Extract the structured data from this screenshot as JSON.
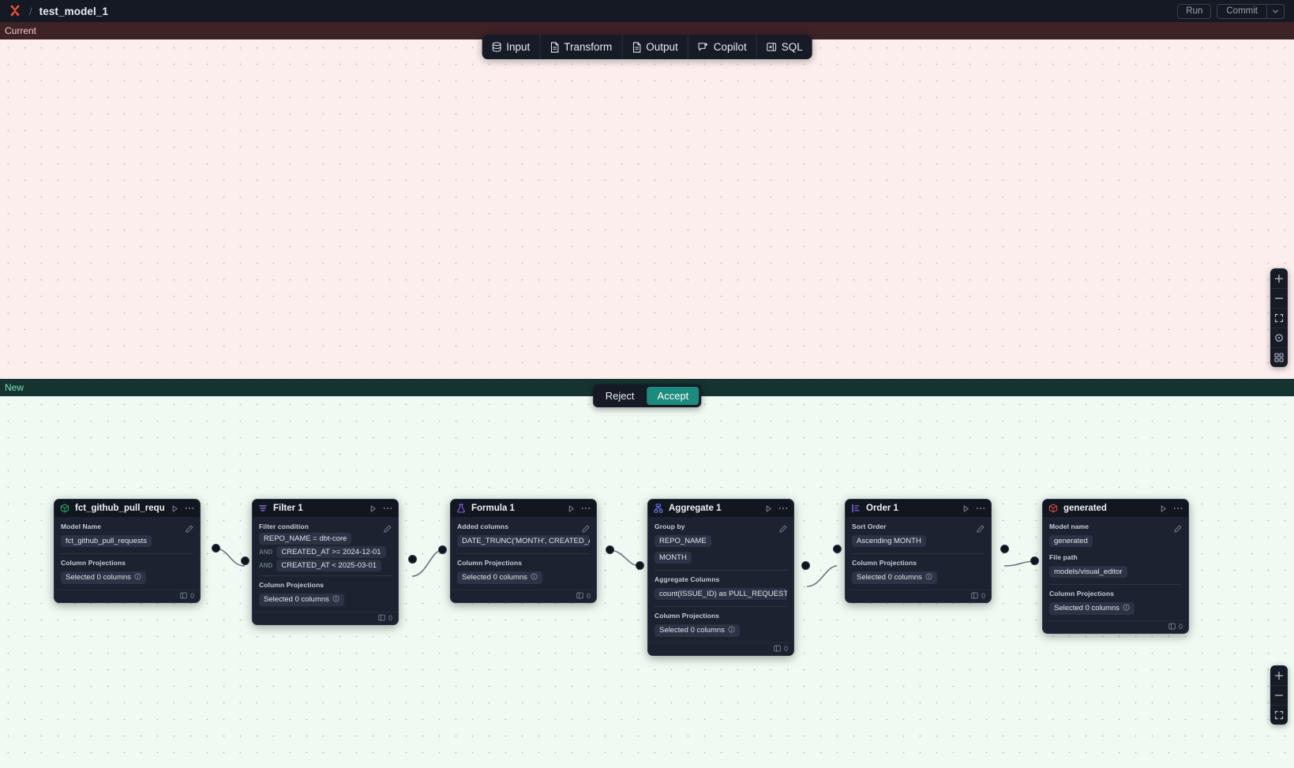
{
  "topbar": {
    "logo_icon": "x-logo-icon",
    "separator": "/",
    "title": "test_model_1",
    "run_label": "Run",
    "commit_label": "Commit",
    "commit_caret_icon": "chevron-down-icon"
  },
  "toolbar": {
    "items": [
      {
        "label": "Input",
        "icon": "database-icon"
      },
      {
        "label": "Transform",
        "icon": "file-transform-icon"
      },
      {
        "label": "Output",
        "icon": "file-output-icon"
      },
      {
        "label": "Copilot",
        "icon": "copilot-sparkle-icon"
      },
      {
        "label": "SQL",
        "icon": "sql-panel-icon"
      }
    ]
  },
  "panes": {
    "current_label": "Current",
    "new_label": "New"
  },
  "decision": {
    "reject_label": "Reject",
    "accept_label": "Accept",
    "accept_color": "#1c8a7c"
  },
  "labels": {
    "model_name": "Model Name",
    "model_name_lower": "Model name",
    "column_projections": "Column Projections",
    "filter_condition": "Filter condition",
    "added_columns": "Added columns",
    "group_by": "Group by",
    "aggregate_columns": "Aggregate Columns",
    "sort_order": "Sort Order",
    "file_path": "File path",
    "and": "AND",
    "selected_columns": "Selected 0 columns",
    "row_count": "0"
  },
  "nodes": [
    {
      "id": "source",
      "title": "fct_github_pull_requests",
      "icon": "cube-green-icon",
      "icon_color": "#2fae6e",
      "model_name_value": "fct_github_pull_requests",
      "projection_value": "Selected 0 columns",
      "count": "0"
    },
    {
      "id": "filter",
      "title": "Filter 1",
      "icon": "filter-icon",
      "icon_color": "#8b6ef0",
      "conditions": [
        {
          "and": "",
          "text": "REPO_NAME = dbt-core"
        },
        {
          "and": "AND",
          "text": "CREATED_AT >= 2024-12-01"
        },
        {
          "and": "AND",
          "text": "CREATED_AT < 2025-03-01"
        }
      ],
      "projection_value": "Selected 0 columns",
      "count": "0"
    },
    {
      "id": "formula",
      "title": "Formula 1",
      "icon": "flask-icon",
      "icon_color": "#8b6ef0",
      "added_columns_value": "DATE_TRUNC('MONTH', CREATED_AT…",
      "projection_value": "Selected 0 columns",
      "count": "0"
    },
    {
      "id": "aggregate",
      "title": "Aggregate 1",
      "icon": "aggregate-icon",
      "icon_color": "#6c7df5",
      "group_by_values": [
        "REPO_NAME",
        "MONTH"
      ],
      "aggregate_value": "count(ISSUE_ID) as PULL_REQUEST_…",
      "projection_value": "Selected 0 columns",
      "count": "0"
    },
    {
      "id": "order",
      "title": "Order 1",
      "icon": "sort-icon",
      "icon_color": "#8b6ef0",
      "sort_value": "Ascending MONTH",
      "projection_value": "Selected 0 columns",
      "count": "0"
    },
    {
      "id": "generated",
      "title": "generated",
      "icon": "cube-red-icon",
      "icon_color": "#e0504b",
      "model_name_value": "generated",
      "file_path_value": "models/visual_editor",
      "projection_value": "Selected 0 columns",
      "count": "0"
    }
  ],
  "zoom_controls_top": [
    {
      "icon": "zoom-in-icon"
    },
    {
      "icon": "zoom-out-icon"
    },
    {
      "icon": "fit-view-icon"
    },
    {
      "icon": "recenter-icon"
    },
    {
      "icon": "minimap-icon"
    }
  ],
  "zoom_controls_bottom": [
    {
      "icon": "zoom-in-icon"
    },
    {
      "icon": "zoom-out-icon"
    },
    {
      "icon": "fit-view-icon"
    }
  ]
}
